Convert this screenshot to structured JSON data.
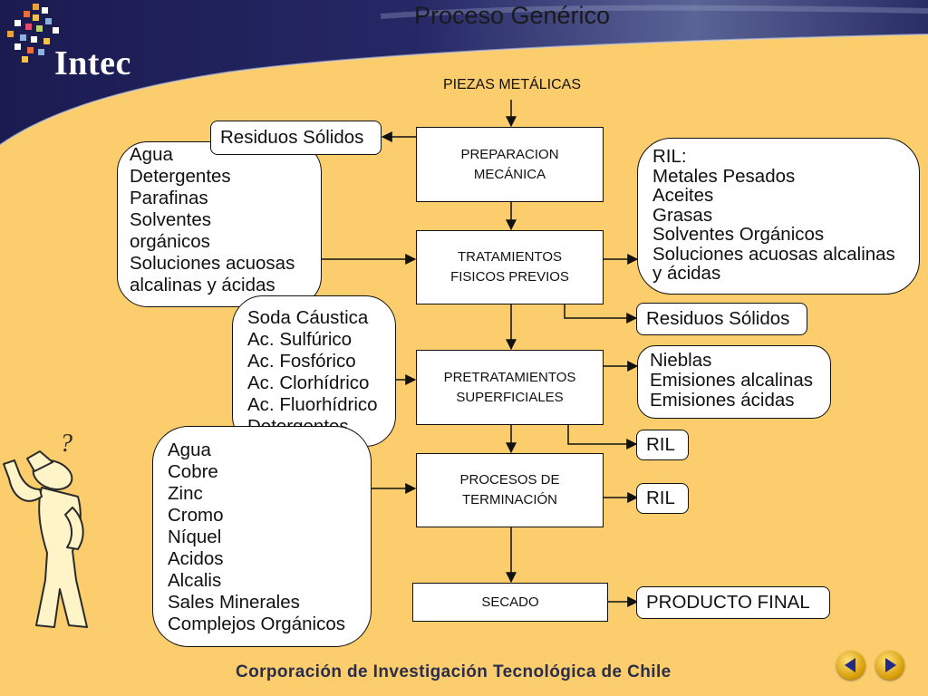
{
  "header": {
    "title": "Proceso Genérico",
    "logo_text": "Intec"
  },
  "diagram": {
    "input_label": "PIEZAS METÁLICAS",
    "steps": [
      {
        "line1": "PREPARACION",
        "line2": "MECÁNICA"
      },
      {
        "line1": "TRATAMIENTOS",
        "line2": "FISICOS PREVIOS"
      },
      {
        "line1": "PRETRATAMIENTOS",
        "line2": "SUPERFICIALES"
      },
      {
        "line1": "PROCESOS DE",
        "line2": "TERMINACIÓN"
      },
      {
        "line1": "SECADO",
        "line2": ""
      }
    ],
    "inputs": {
      "limpieza": "Agua\nDetergentes\nParafinas\nSolventes\norgánicos\nSoluciones acuosas\nalcalinas y ácidas",
      "pretratamiento": "Soda Cáustica\nAc. Sulfúrico\nAc. Fosfórico\nAc. Clorhídrico\nAc. Fluorhídrico\nDetergentes",
      "terminacion": "Agua\nCobre\nZinc\nCromo\nNíquel\nAcidos\nAlcalis\nSales Minerales\nComplejos Orgánicos"
    },
    "outputs": {
      "residuos_solidos_1": "Residuos Sólidos",
      "ril_detalle": "RIL:\nMetales Pesados\nAceites\nGrasas\nSolventes Orgánicos\nSoluciones acuosas alcalinas\ny ácidas",
      "residuos_solidos_2": "Residuos Sólidos",
      "emisiones": "Nieblas\nEmisiones alcalinas\nEmisiones ácidas",
      "ril_1": "RIL",
      "ril_2": "RIL",
      "producto_final": "PRODUCTO FINAL"
    }
  },
  "decor": {
    "question_mark": "?"
  },
  "footer": {
    "organization": "Corporación de Investigación Tecnológica de Chile"
  },
  "navigation": {
    "prev_icon": "triangle-left",
    "next_icon": "triangle-right"
  },
  "colors": {
    "background": "#fbcd6c",
    "header_navy": "#1f2057",
    "box_fill": "#ffffff",
    "footer_text": "#2b2e4a"
  }
}
